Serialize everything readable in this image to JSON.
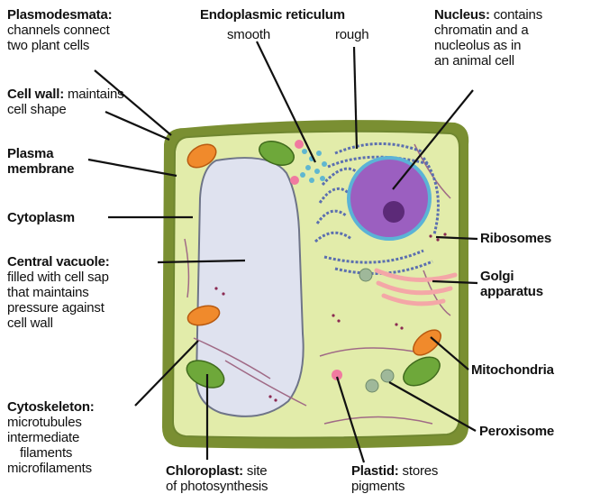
{
  "labels": {
    "plasmodesmata": {
      "term": "Plasmodesmata:",
      "desc_lines": [
        "channels connect",
        "two plant cells"
      ]
    },
    "endoplasmic": {
      "term": "Endoplasmic reticulum",
      "smooth": "smooth",
      "rough": "rough"
    },
    "nucleus": {
      "term": "Nucleus:",
      "desc_first": "contains",
      "desc_lines": [
        "chromatin and a",
        "nucleolus as in",
        "an animal cell"
      ]
    },
    "cell_wall": {
      "term": "Cell wall:",
      "desc_first": "maintains",
      "desc_lines": [
        "cell shape"
      ]
    },
    "plasma_membrane": {
      "lines": [
        "Plasma",
        "membrane"
      ]
    },
    "cytoplasm": {
      "term": "Cytoplasm"
    },
    "ribosomes": {
      "term": "Ribosomes"
    },
    "central_vacuole": {
      "term": "Central vacuole:",
      "desc_lines": [
        "filled with cell sap",
        "that maintains",
        "pressure against",
        "cell wall"
      ]
    },
    "golgi": {
      "lines": [
        "Golgi",
        "apparatus"
      ]
    },
    "mitochondria": {
      "term": "Mitochondria"
    },
    "cytoskeleton": {
      "term": "Cytoskeleton:",
      "desc_lines": [
        "microtubules",
        "intermediate",
        "filaments",
        "microfilaments"
      ]
    },
    "peroxisome": {
      "term": "Peroxisome"
    },
    "chloroplast": {
      "term": "Chloroplast:",
      "desc_first": "site",
      "desc_lines": [
        "of photosynthesis"
      ]
    },
    "plastid": {
      "term": "Plastid:",
      "desc_first": "stores",
      "desc_lines": [
        "pigments"
      ]
    }
  },
  "colors": {
    "cell_wall": "#7a8f32",
    "cytoplasm": "#e2ecaa",
    "vacuole": "#dfe2ef",
    "nucleus": "#9b5fc0",
    "nucleolus": "#5c2a78",
    "er": "#5b6fb0",
    "mitochondria": "#f08a2c",
    "chloroplast": "#6ea83a",
    "golgi": "#f4a7a7",
    "plastid": "#f07aa0",
    "peroxisome": "#9fb89a",
    "cytoskeleton": "#a06a86"
  }
}
